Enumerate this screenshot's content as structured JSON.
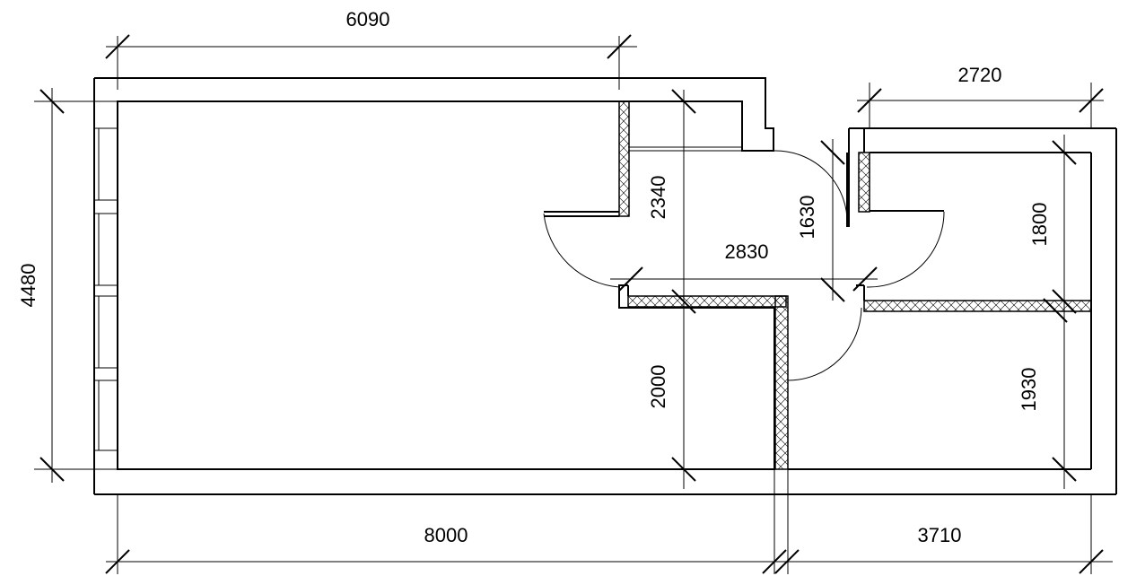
{
  "dimensions": {
    "top_left_width": "6090",
    "top_right_width": "2720",
    "left_height": "4480",
    "upper_wall_height": "2340",
    "door_height": "1630",
    "corridor_width": "2830",
    "right_upper_height": "1800",
    "lower_wall_height": "2000",
    "right_lower_height": "1930",
    "bottom_left_width": "8000",
    "bottom_right_width": "3710"
  },
  "colors": {
    "line": "#000000",
    "background": "#ffffff"
  }
}
